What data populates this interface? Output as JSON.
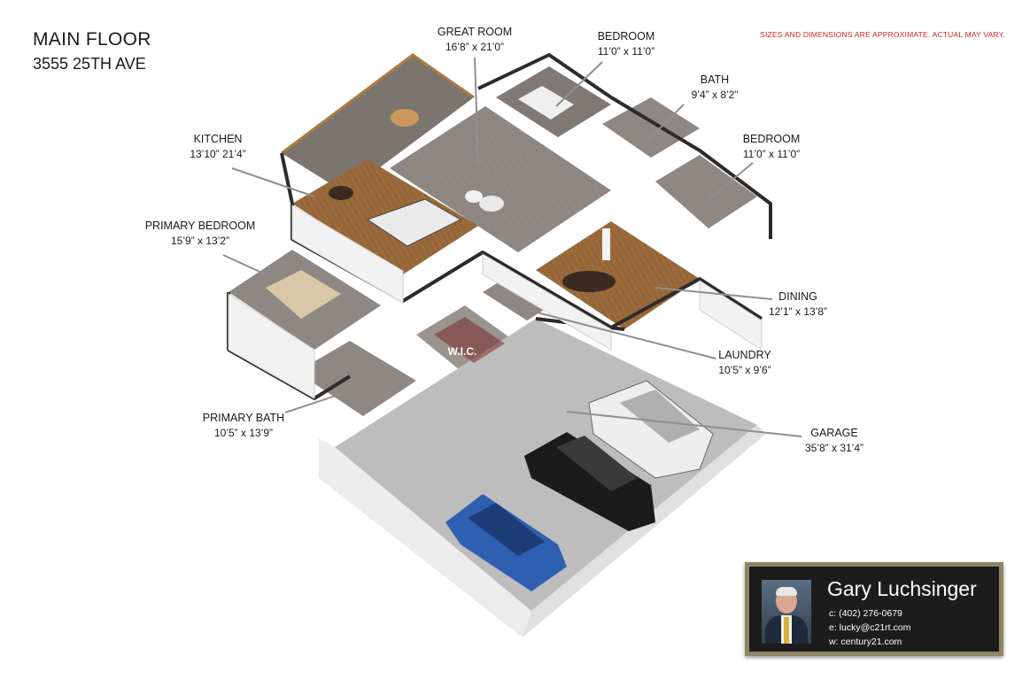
{
  "header": {
    "title": "MAIN FLOOR",
    "address": "3555 25TH AVE",
    "disclaimer": "SIZES AND DIMENSIONS ARE APPROXIMATE. ACTUAL MAY VARY."
  },
  "rooms": [
    {
      "key": "great-room",
      "name": "GREAT ROOM",
      "dims": "16’8” x 21’0”"
    },
    {
      "key": "bedroom-2",
      "name": "BEDROOM",
      "dims": "11’0” x 11’0”"
    },
    {
      "key": "bath",
      "name": "BATH",
      "dims": "9’4” x 8’2”"
    },
    {
      "key": "bedroom-3",
      "name": "BEDROOM",
      "dims": "11’0” x 11’0”"
    },
    {
      "key": "kitchen",
      "name": "KITCHEN",
      "dims": "13’10” 21’4”"
    },
    {
      "key": "primary-bedroom",
      "name": "PRIMARY BEDROOM",
      "dims": "15’9” x 13’2”"
    },
    {
      "key": "dining",
      "name": "DINING",
      "dims": "12’1” x 13’8”"
    },
    {
      "key": "laundry",
      "name": "LAUNDRY",
      "dims": "10’5” x 9’6”"
    },
    {
      "key": "primary-bath",
      "name": "PRIMARY BATH",
      "dims": "10’5” x 13’9”"
    },
    {
      "key": "garage",
      "name": "GARAGE",
      "dims": "35’8” x 31’4”"
    }
  ],
  "wic_label": "W.I.C.",
  "agent": {
    "name": "Gary Luchsinger",
    "cell": "c: (402) 276-0679",
    "email": "e: lucky@c21rt.com",
    "web": "w: century21.com"
  },
  "colors": {
    "wood_floor": "#9a6a3c",
    "tile_floor": "#8a8580",
    "garage_floor": "#bdbdbd",
    "wall": "#f2f2f2",
    "wall_top": "#2b2b2b",
    "disclaimer": "#d21f1f",
    "card_frame": "#8e8566",
    "card_bg": "#1c1c1c",
    "car_blue": "#2f5fb0",
    "car_black": "#1b1b1b",
    "car_white": "#eeeeee"
  }
}
